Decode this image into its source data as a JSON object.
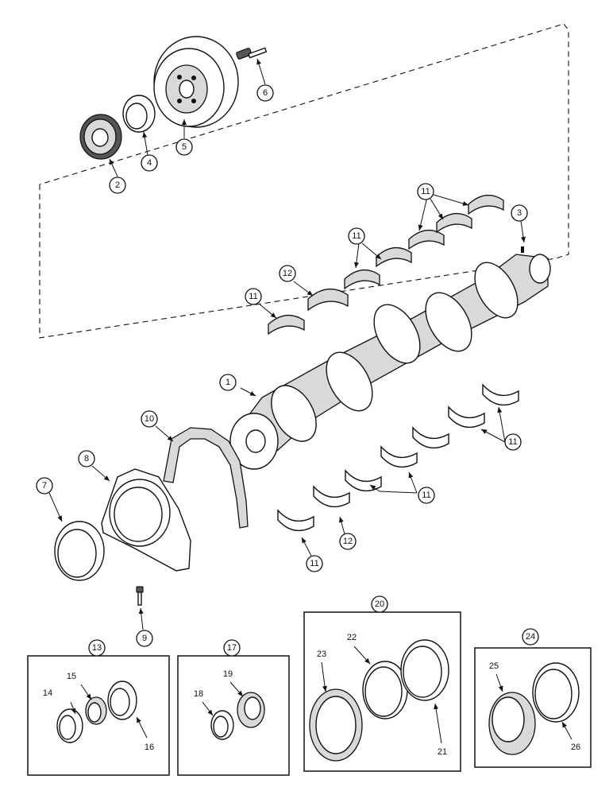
{
  "callouts": {
    "c1": "1",
    "c2": "2",
    "c3": "3",
    "c4": "4",
    "c5": "5",
    "c6": "6",
    "c7": "7",
    "c8": "8",
    "c9": "9",
    "c10": "10",
    "c11a": "11",
    "c11b": "11",
    "c11c": "11",
    "c11d": "11",
    "c11e": "11",
    "c11f": "11",
    "c12a": "12",
    "c12b": "12",
    "c13": "13",
    "c14": "14",
    "c15": "15",
    "c16": "16",
    "c17": "17",
    "c18": "18",
    "c19": "19",
    "c20": "20",
    "c21": "21",
    "c22": "22",
    "c23": "23",
    "c24": "24",
    "c25": "25",
    "c26": "26"
  }
}
